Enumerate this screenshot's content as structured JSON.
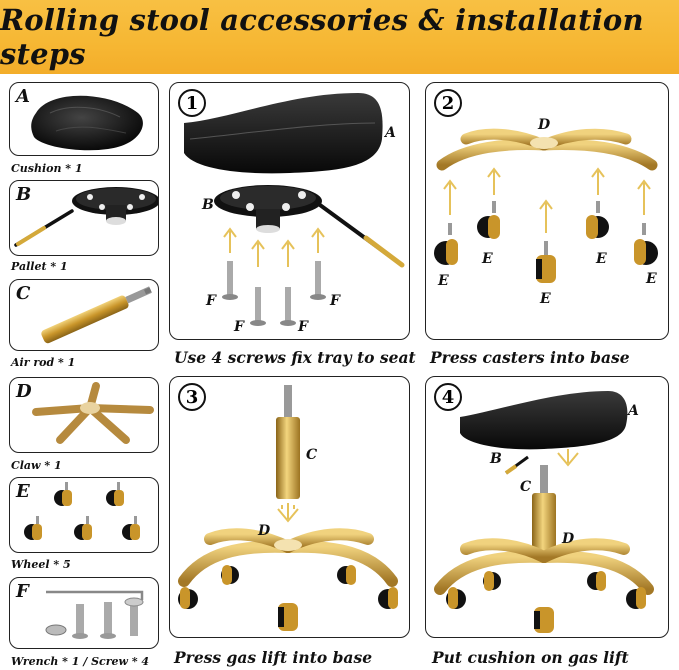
{
  "title": "Rolling stool accessories & installation steps",
  "parts": [
    {
      "letter": "A",
      "caption": "Cushion * 1"
    },
    {
      "letter": "B",
      "caption": "Pallet * 1"
    },
    {
      "letter": "C",
      "caption": "Air rod * 1"
    },
    {
      "letter": "D",
      "caption": "Claw * 1"
    },
    {
      "letter": "E",
      "caption": "Wheel * 5"
    },
    {
      "letter": "F",
      "caption": "Wrench * 1 / Screw * 4"
    }
  ],
  "steps": [
    {
      "number": "1",
      "caption": "Use 4 screws fix tray to seat"
    },
    {
      "number": "2",
      "caption": "Press casters into base"
    },
    {
      "number": "3",
      "caption": "Press gas lift into base"
    },
    {
      "number": "4",
      "caption": "Put cushion on gas lift"
    }
  ],
  "labels": {
    "A": "A",
    "B": "B",
    "C": "C",
    "D": "D",
    "E": "E",
    "F": "F"
  },
  "colors": {
    "banner": "#f6b733",
    "gold": "#c9a24a",
    "arrow": "#e6c25a",
    "black": "#111111"
  }
}
